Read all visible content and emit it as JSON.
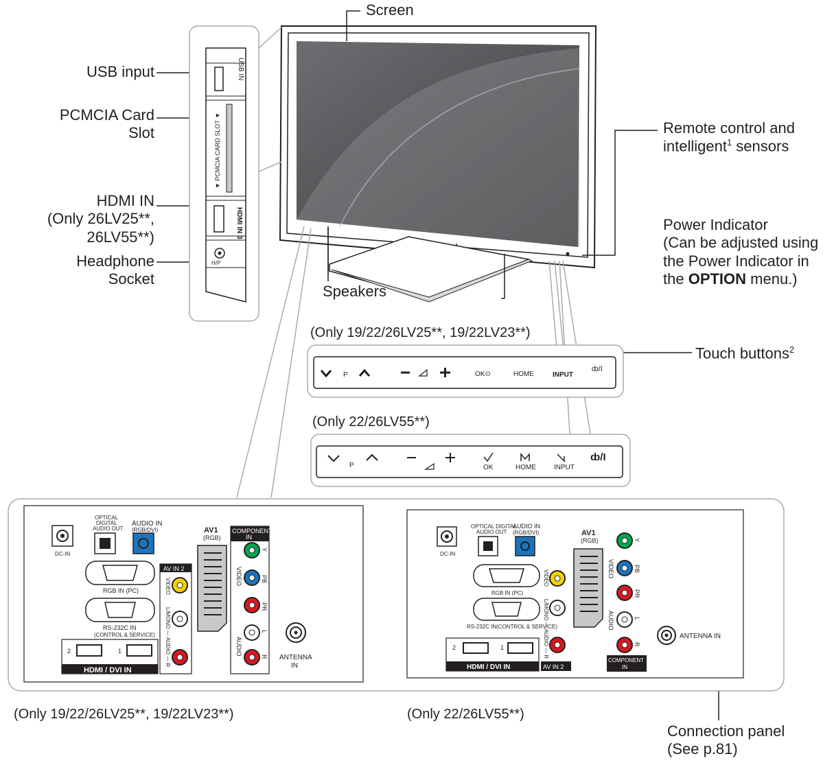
{
  "callouts": {
    "screen": "Screen",
    "usb": "USB input",
    "pcmcia_1": "PCMCIA Card",
    "pcmcia_2": "Slot",
    "hdmi_1": "HDMI IN",
    "hdmi_2": "(Only 26LV25**,",
    "hdmi_3": "26LV55**)",
    "headphone_1": "Headphone",
    "headphone_2": "Socket",
    "remote_1": "Remote control and",
    "remote_2a": "intelligent",
    "remote_sup": "1",
    "remote_2b": " sensors",
    "power_1": "Power Indicator",
    "power_2": "(Can be adjusted using",
    "power_3": "the Power Indicator in",
    "power_4a": "the ",
    "power_4b": "OPTION",
    "power_4c": " menu.)",
    "speakers": "Speakers",
    "touch": "Touch buttons",
    "touch_sup": "2",
    "connection_1": "Connection panel",
    "connection_2": "(See p.81)"
  },
  "side_panel": {
    "usb": "USB IN",
    "pcmcia": "▼ PCMCIA CARD SLOT ▼",
    "hdmi": "HDMI IN 3",
    "headphone": "H/P"
  },
  "notes": {
    "buttons_a": "(Only 19/22/26LV25**, 19/22LV23**)",
    "buttons_b": "(Only 22/26LV55**)",
    "panel_a": "(Only 19/22/26LV25**, 19/22LV23**)",
    "panel_b": "(Only 22/26LV55**)"
  },
  "buttons_a": {
    "p": "P",
    "ok": "OK⊙",
    "home": "HOME",
    "input": "INPUT",
    "power": "ȸ/I"
  },
  "buttons_b": {
    "p": "P",
    "ok": "OK",
    "home": "HOME",
    "input": "INPUT",
    "power": "ȸ/I"
  },
  "panel_a": {
    "dcin": "DC-IN",
    "optical_1": "OPTICAL",
    "optical_2": "DIGITAL",
    "optical_3": "AUDIO OUT",
    "audio_in_1": "AUDIO IN",
    "audio_in_2": "(RGB/DVI)",
    "rgb_in": "RGB IN (PC)",
    "rs232_1": "RS-232C IN",
    "rs232_2": "(CONTROL & SERVICE)",
    "hdmi_2": "2",
    "hdmi_1": "1",
    "hdmi_dvi": "HDMI / DVI IN",
    "av_in2": "AV IN 2",
    "video": "VIDEO",
    "audio": "L/MONO — AUDIO — R",
    "av1_1": "AV1",
    "av1_2": "(RGB)",
    "component_1": "COMPONENT",
    "component_2": "IN",
    "y": "Y",
    "pb": "PB",
    "pr": "PR",
    "l": "L",
    "r": "R",
    "comp_video": "VIDEO",
    "comp_audio": "AUDIO",
    "antenna_1": "ANTENNA",
    "antenna_2": "IN"
  },
  "panel_b": {
    "dcin": "DC-IN",
    "optical_1": "OPTICAL DIGITAL",
    "optical_2": "AUDIO OUT",
    "audio_in_1": "AUDIO IN",
    "audio_in_2": "(RGB/DVI)",
    "rgb_in": "RGB IN (PC)",
    "rs232": "RS-232C IN(CONTROL & SERVICE)",
    "hdmi_2": "2",
    "hdmi_1": "1",
    "hdmi_dvi": "HDMI / DVI IN",
    "av_in2": "AV IN 2",
    "video": "VIDEO",
    "audio": "L/MONO — AUDIO — R",
    "av1_1": "AV1",
    "av1_2": "(RGB)",
    "y": "Y",
    "pb": "PB",
    "pr": "PR",
    "l": "L",
    "r": "R",
    "comp_video": "VIDEO",
    "comp_audio": "AUDIO",
    "component_1": "COMPONENT",
    "component_2": "IN",
    "antenna": "ANTENNA IN"
  },
  "colors": {
    "yellow": "#f5d200",
    "green": "#00a651",
    "blue": "#1c75bc",
    "red": "#d71920",
    "panel_line": "#aaaaaa"
  }
}
